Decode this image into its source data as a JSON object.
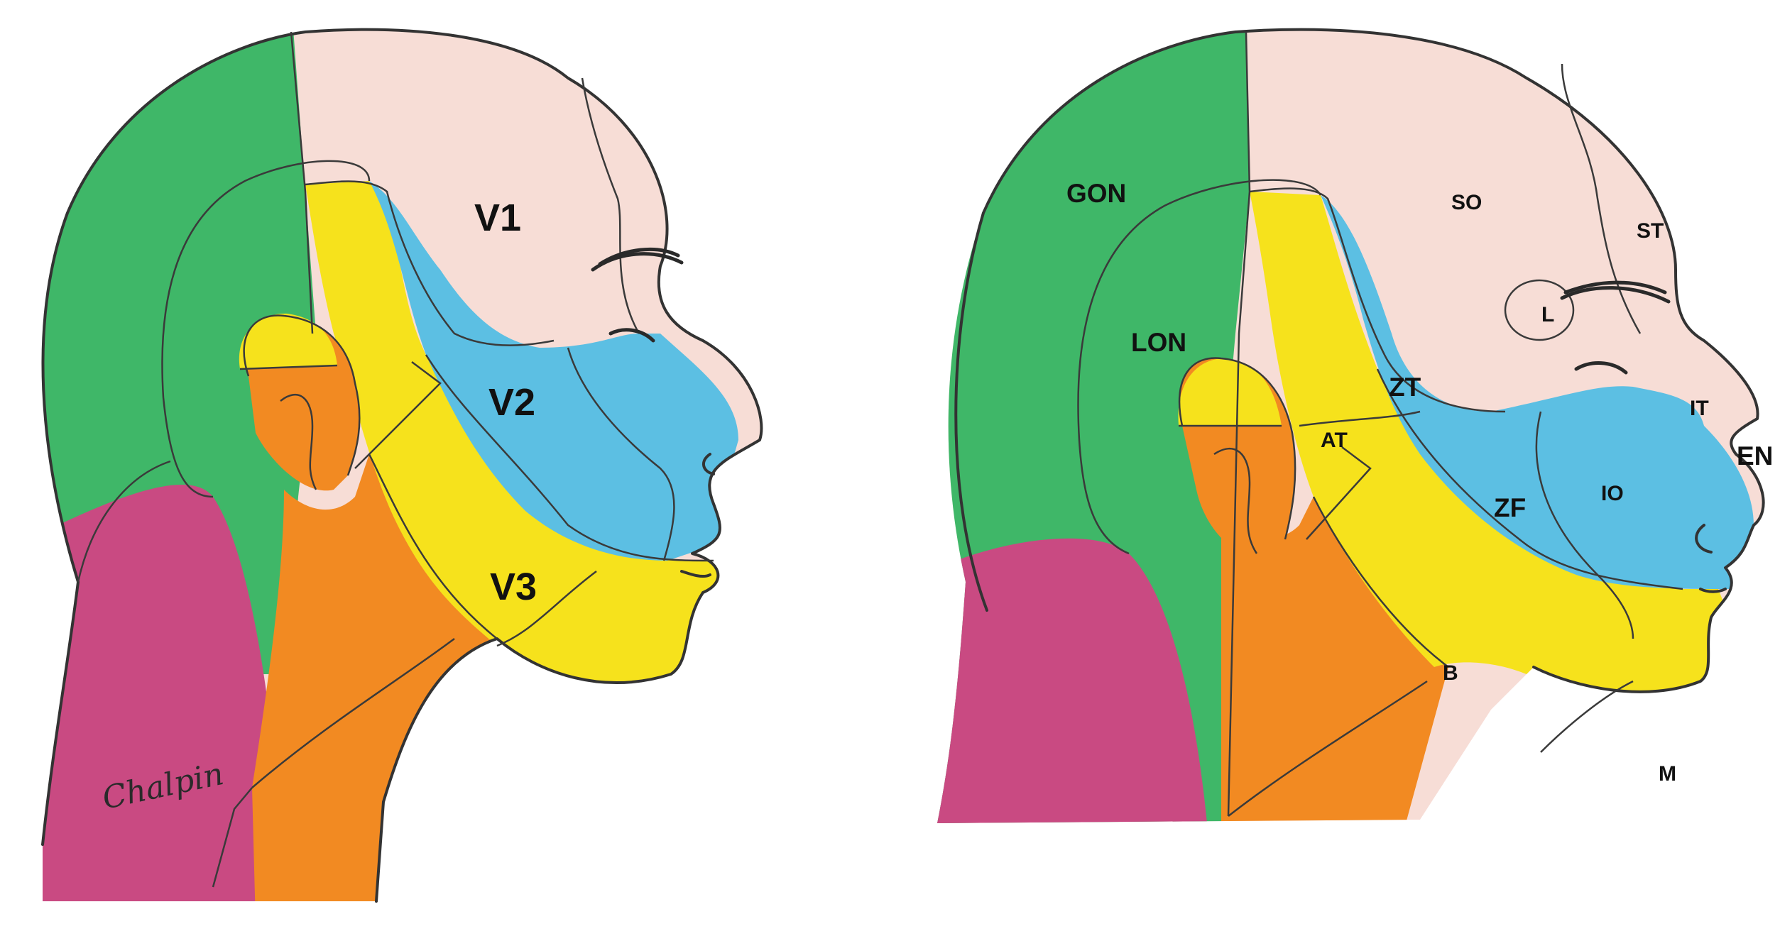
{
  "colors": {
    "green": "#3fb768",
    "pink_skin": "#f7ddd6",
    "blue": "#5cbfe3",
    "yellow": "#f6e21c",
    "orange": "#f28a22",
    "magenta": "#c94a82",
    "line": "#333333"
  },
  "left_panel": {
    "labels": {
      "v1": "V1",
      "v2": "V2",
      "v3": "V3"
    },
    "signature": "Chalpin"
  },
  "right_panel": {
    "labels": {
      "gon": "GON",
      "lon": "LON",
      "so": "SO",
      "st": "ST",
      "l": "L",
      "zt": "ZT",
      "at": "AT",
      "it": "IT",
      "en": "EN",
      "zf": "ZF",
      "io": "IO",
      "b": "B",
      "m": "M"
    }
  }
}
